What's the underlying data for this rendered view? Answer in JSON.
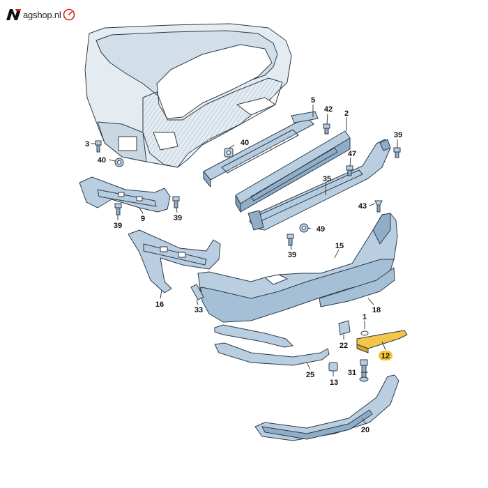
{
  "brand": {
    "name": "agshop.nl",
    "logo_icon": "n-logo-icon",
    "dial_icon": "speedometer-icon",
    "accent": "#d9241c"
  },
  "colors": {
    "part_fill": "#b9cee0",
    "part_fill_dark": "#8fadc6",
    "part_stroke": "#2b3a48",
    "highlight_fill": "#f3c54a",
    "highlight_label": "#f2c230",
    "body_fill": "#e4ebf1"
  },
  "callouts": [
    {
      "id": "c5",
      "label": "5"
    },
    {
      "id": "c42",
      "label": "42"
    },
    {
      "id": "c2",
      "label": "2"
    },
    {
      "id": "c3",
      "label": "3"
    },
    {
      "id": "c40a",
      "label": "40"
    },
    {
      "id": "c40b",
      "label": "40"
    },
    {
      "id": "c39a",
      "label": "39"
    },
    {
      "id": "c47",
      "label": "47"
    },
    {
      "id": "c35",
      "label": "35"
    },
    {
      "id": "c43",
      "label": "43"
    },
    {
      "id": "c39b",
      "label": "39"
    },
    {
      "id": "c9",
      "label": "9"
    },
    {
      "id": "c39c",
      "label": "39"
    },
    {
      "id": "c49",
      "label": "49"
    },
    {
      "id": "c39d",
      "label": "39"
    },
    {
      "id": "c15",
      "label": "15"
    },
    {
      "id": "c16",
      "label": "16"
    },
    {
      "id": "c33",
      "label": "33"
    },
    {
      "id": "c18",
      "label": "18"
    },
    {
      "id": "c1",
      "label": "1"
    },
    {
      "id": "c22",
      "label": "22"
    },
    {
      "id": "c12",
      "label": "12",
      "highlight": true
    },
    {
      "id": "c25",
      "label": "25"
    },
    {
      "id": "c31",
      "label": "31"
    },
    {
      "id": "c13",
      "label": "13"
    },
    {
      "id": "c20",
      "label": "20"
    }
  ]
}
